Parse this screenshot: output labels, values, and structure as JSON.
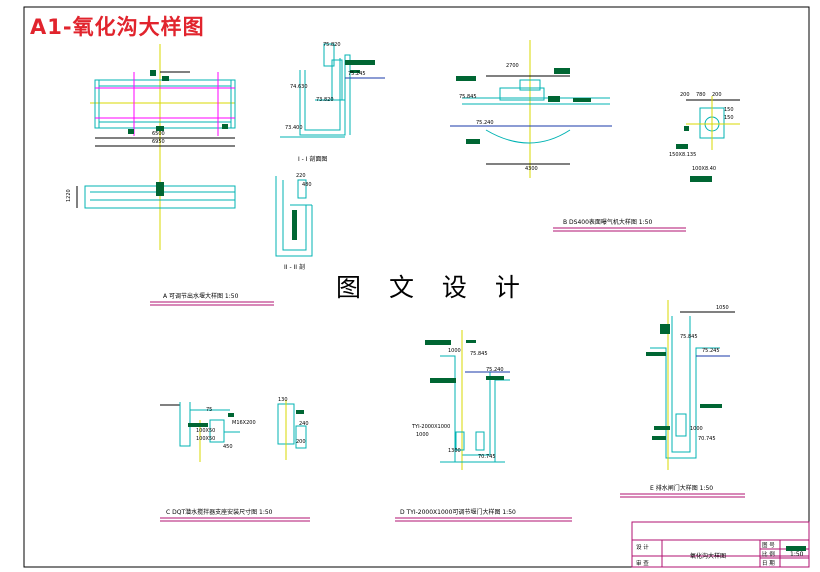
{
  "page_title": "A1-氧化沟大样图",
  "watermark": "图 文 设 计",
  "colors": {
    "line_cyan": "#00b3b3",
    "dim_green": "#006633",
    "label_magenta": "#b01070",
    "axis_yellow": "#d8d800",
    "water_blue": "#1a3aa8",
    "title_red": "#e1242d"
  },
  "view_a": {
    "dims": [
      "6500",
      "6950",
      "1220"
    ],
    "caption": "A    可调节出水堰大样图    1:50"
  },
  "section_1": {
    "levels": [
      "75.820",
      "75.245",
      "74.630",
      "73.820",
      "73.400"
    ],
    "caption": "I - I 剖面图"
  },
  "section_2": {
    "dims": [
      "220",
      "480"
    ],
    "caption": "II - II 剖"
  },
  "view_b": {
    "dims": [
      "2700",
      "4300"
    ],
    "levels": [
      "75.845",
      "75.240"
    ],
    "caption": "B    DS400表面曝气机大样图    1:50"
  },
  "detail_b2": {
    "dims": [
      "200",
      "780",
      "200",
      "150",
      "150"
    ],
    "notes": [
      "150X8.135",
      "100X8.40"
    ]
  },
  "view_c": {
    "notes": [
      "100X50",
      "100X50",
      "M16X200"
    ],
    "dims": [
      "75",
      "450",
      "200",
      "130",
      "240"
    ],
    "caption": "C    DQT潜水搅拌器支座安装尺寸图    1:50"
  },
  "view_d": {
    "notes": [
      "TYI-2000X1000",
      "1000"
    ],
    "levels": [
      "75.845",
      "75.240",
      "70.745"
    ],
    "dims": [
      "1000",
      "1300"
    ],
    "caption": "D    TYI-2000X1000可调节堰门大样图    1:50"
  },
  "view_e": {
    "levels": [
      "75.845",
      "75.245",
      "70.745"
    ],
    "dims": [
      "1050",
      "1000"
    ],
    "caption": "E    排水闸门大样图    1:50"
  },
  "title_block": {
    "drawing_name": "氧化沟大样图",
    "labels": [
      "设 计",
      "审 查",
      "图 号",
      "比 例",
      "日 期"
    ],
    "scale": "1:50"
  }
}
